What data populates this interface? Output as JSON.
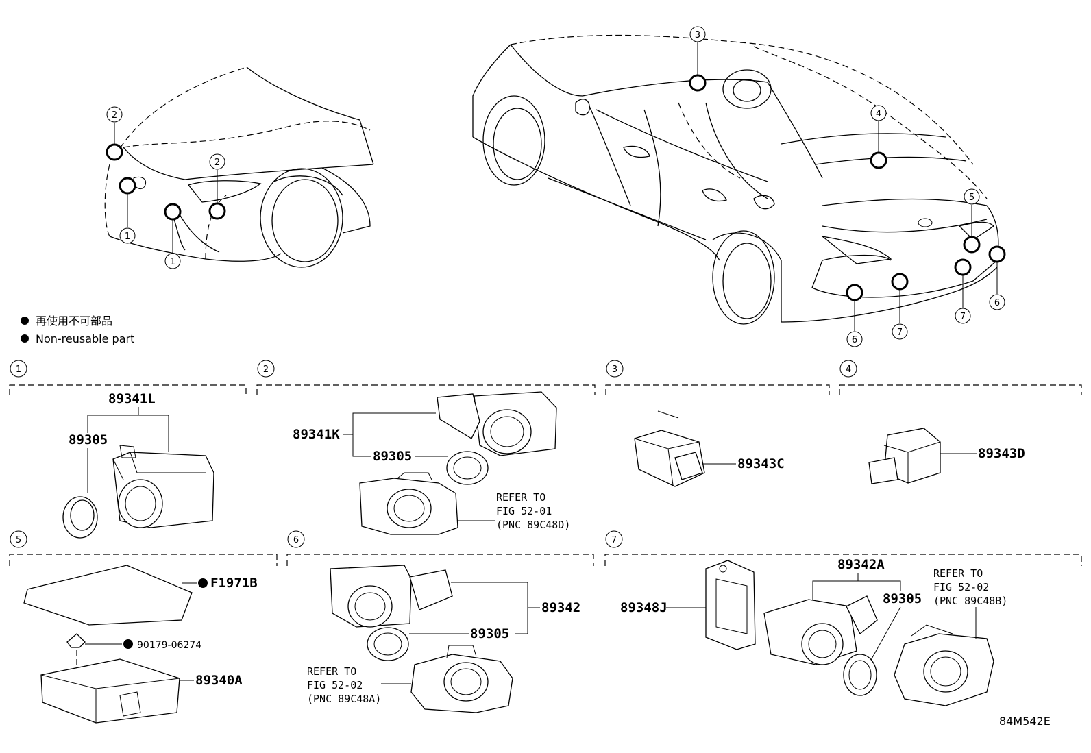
{
  "legend": {
    "line_jp": "再使用不可部品",
    "line_en": "Non-reusable part"
  },
  "callouts": {
    "front": [
      "2",
      "1",
      "2",
      "1"
    ],
    "rear": [
      "3",
      "4",
      "5",
      "6",
      "7",
      "7",
      "6"
    ]
  },
  "sections": [
    {
      "num": "1"
    },
    {
      "num": "2"
    },
    {
      "num": "3"
    },
    {
      "num": "4"
    },
    {
      "num": "5"
    },
    {
      "num": "6"
    },
    {
      "num": "7"
    }
  ],
  "parts": {
    "s1": {
      "top": "89341L",
      "ring": "89305"
    },
    "s2": {
      "sensor": "89341K",
      "ring": "89305",
      "refer": [
        "REFER TO",
        "FIG 52-01",
        "(PNC 89C48D)"
      ]
    },
    "s3": {
      "unit": "89343C"
    },
    "s4": {
      "unit": "89343D"
    },
    "s5": {
      "plate": "F1971B",
      "bolt": "90179-06274",
      "ecu": "89340A"
    },
    "s6": {
      "sensor": "89342",
      "ring": "89305",
      "refer": [
        "REFER TO",
        "FIG 52-02",
        "(PNC 89C48A)"
      ]
    },
    "s7": {
      "top": "89342A",
      "bracket": "89348J",
      "ring": "89305",
      "refer": [
        "REFER TO",
        "FIG 52-02",
        "(PNC 89C48B)"
      ]
    }
  },
  "figure_code": "84M542E"
}
